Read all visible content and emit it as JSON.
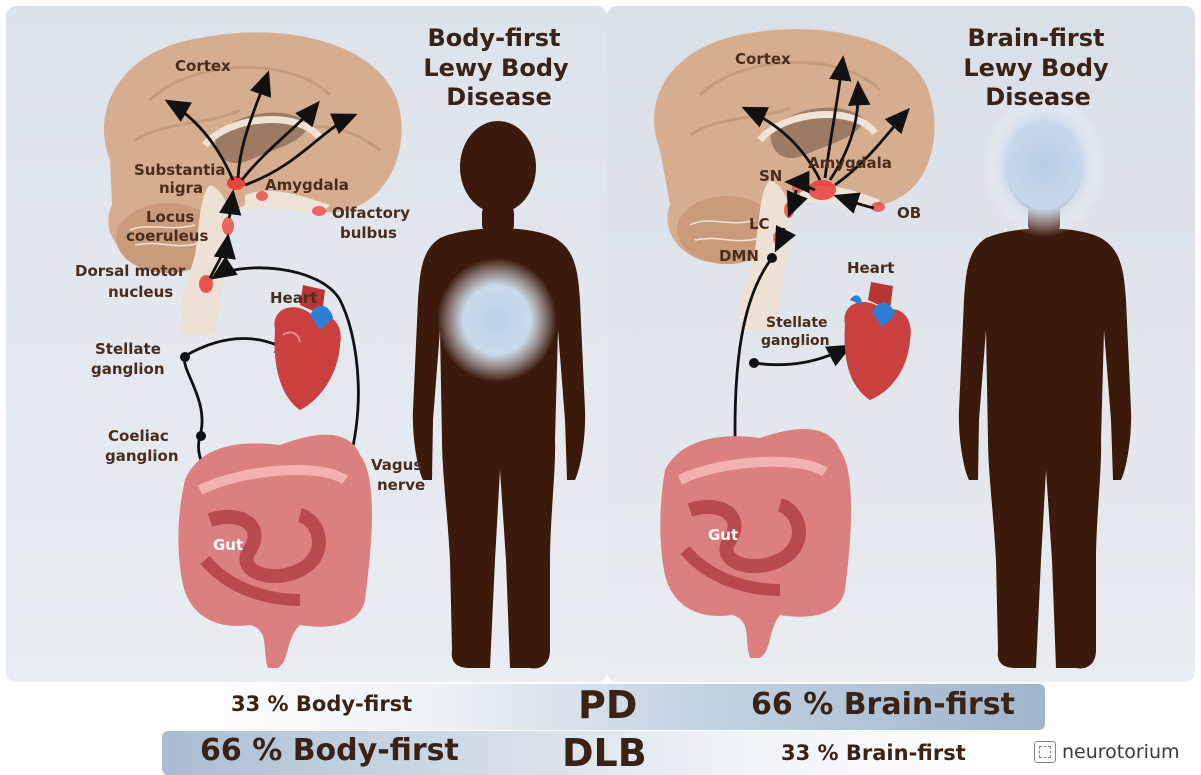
{
  "left": {
    "title": [
      "Body-first",
      "Lewy Body",
      "Disease"
    ],
    "labels": {
      "cortex": "Cortex",
      "substantia_1": "Substantia",
      "substantia_2": "nigra",
      "amygdala": "Amygdala",
      "locus_1": "Locus",
      "locus_2": "coeruleus",
      "olfactory_1": "Olfactory",
      "olfactory_2": "bulbus",
      "dorsal_1": "Dorsal motor",
      "dorsal_2": "nucleus",
      "heart": "Heart",
      "stellate_1": "Stellate",
      "stellate_2": "ganglion",
      "coeliac_1": "Coeliac",
      "coeliac_2": "ganglion",
      "vagus_1": "Vagus",
      "vagus_2": "nerve",
      "gut": "Gut"
    }
  },
  "right": {
    "title": [
      "Brain-first",
      "Lewy Body",
      "Disease"
    ],
    "labels": {
      "cortex": "Cortex",
      "sn": "SN",
      "amygdala": "Amygdala",
      "lc": "LC",
      "ob": "OB",
      "dmn": "DMN",
      "heart": "Heart",
      "stellate_1": "Stellate",
      "stellate_2": "ganglion",
      "gut": "Gut"
    }
  },
  "stats": {
    "pd_label": "PD",
    "dlb_label": "DLB",
    "pd_body": "33 % Body-first",
    "pd_brain": "66 % Brain-first",
    "dlb_body": "66 % Body-first",
    "dlb_brain": "33 % Brain-first"
  },
  "brand": "neurotorium",
  "colors": {
    "silhouette": "#3b1a0c",
    "brain": "#d8b294",
    "gut": "#d9777a",
    "arrow": "#111111"
  }
}
